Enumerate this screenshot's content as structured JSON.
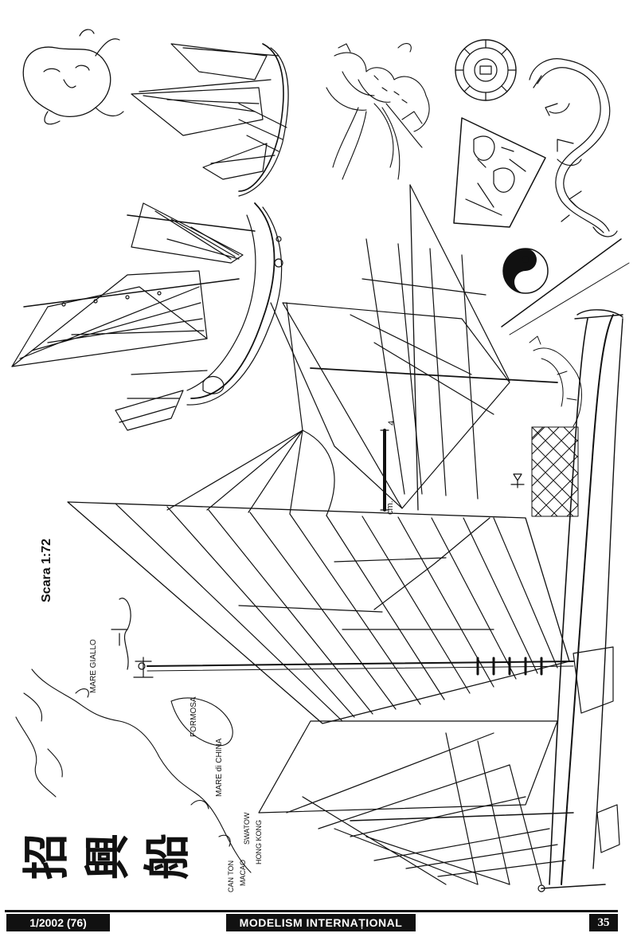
{
  "page": {
    "scale_label": "Scara 1:72",
    "title_glyphs": [
      "招",
      "興",
      "船"
    ],
    "scale_bar": {
      "unit": "cm.",
      "value": "4"
    }
  },
  "map": {
    "labels": [
      "MARE GIALLO",
      "FORMOSA",
      "MARE di CHINA",
      "HONG KONG",
      "MACAO",
      "CAN TON",
      "SWATOW"
    ]
  },
  "footer": {
    "issue": "1/2002 (76)",
    "magazine": "MODELISM INTERNAȚIONAL",
    "page_number": "35"
  },
  "colors": {
    "ink": "#111111",
    "paper": "#ffffff"
  },
  "icons": [
    "dragon-icon",
    "phoenix-icon",
    "yin-yang-icon",
    "medallion-icon",
    "demon-mask-icon",
    "sage-portrait-icon"
  ]
}
